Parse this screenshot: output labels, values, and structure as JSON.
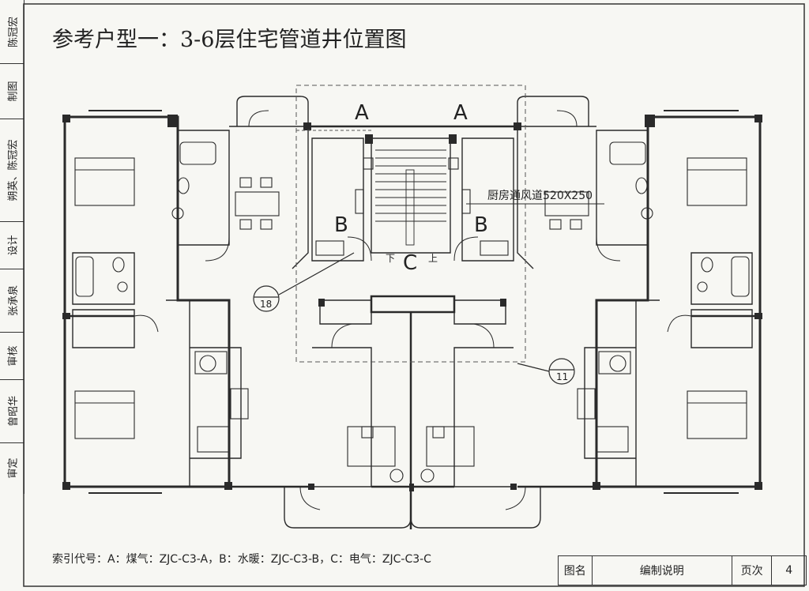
{
  "title": "参考户型一：3-6层住宅管道井位置图",
  "sidebar": {
    "cells": [
      "陈冠宏",
      "制图",
      "朔英、陈冠宏",
      "设计",
      "张承泉",
      "审核",
      "曾昭华",
      "审定"
    ]
  },
  "labels": {
    "shaft_a_left": "A",
    "shaft_a_right": "A",
    "shaft_b_left": "B",
    "shaft_b_right": "B",
    "shaft_c": "C",
    "stair_down": "下",
    "stair_up": "上",
    "duct_note": "厨房通风道520X250",
    "detail_left": "18",
    "detail_right": "11"
  },
  "legend": "索引代号：A：煤气：ZJC-C3-A，B：水暖：ZJC-C3-B，C：电气：ZJC-C3-C",
  "title_block": {
    "label_name": "图名",
    "name": "编制说明",
    "label_page": "页次",
    "page": "4"
  },
  "colors": {
    "ink": "#2a2a2a",
    "paper": "#f7f7f3",
    "dashed": "#555555"
  }
}
